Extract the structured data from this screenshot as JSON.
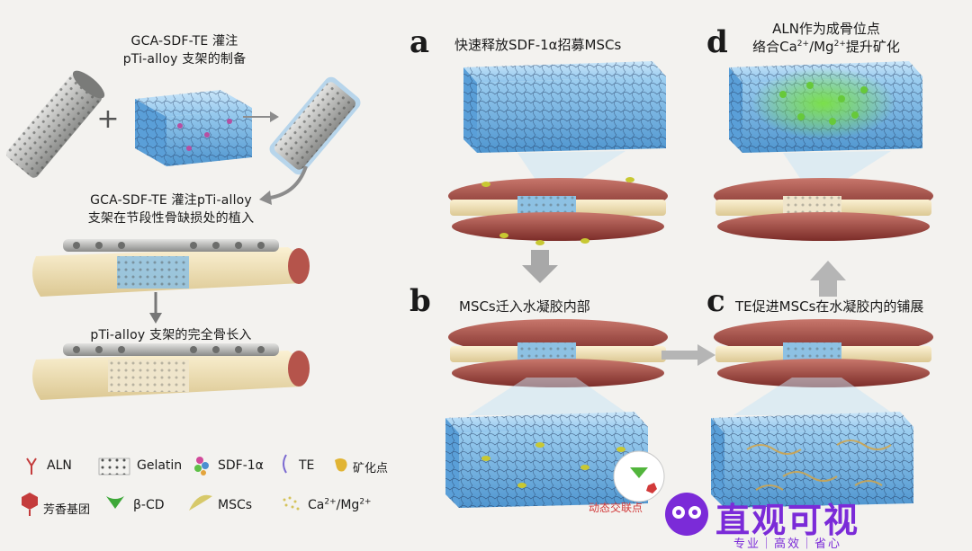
{
  "left": {
    "title_line1": "GCA-SDF-TE 灌注",
    "title_line2": "pTi-alloy 支架的制备",
    "step2_line1": "GCA-SDF-TE 灌注pTi-alloy",
    "step2_line2": "支架在节段性骨缺损处的植入",
    "step3": "pTi-alloy 支架的完全骨长入"
  },
  "panels": {
    "a": {
      "letter": "a",
      "caption": "快速释放SDF-1α招募MSCs"
    },
    "b": {
      "letter": "b",
      "caption": "MSCs迁入水凝胶内部",
      "inset_label": "动态交联点"
    },
    "c": {
      "letter": "c",
      "caption": "TE促进MSCs在水凝胶内的铺展"
    },
    "d": {
      "letter": "d",
      "caption_line1": "ALN作为成骨位点",
      "caption_line2_pre": "络合Ca",
      "caption_line2_mid": "/Mg",
      "caption_line2_post": "提升矿化",
      "sup": "2+"
    }
  },
  "legend": {
    "aln": "ALN",
    "gelatin": "Gelatin",
    "sdf": "SDF-1α",
    "te": "TE",
    "mineral": "矿化点",
    "aromatic": "芳香基团",
    "bcd": "β-CD",
    "mscs": "MSCs",
    "ion_pre": "Ca",
    "ion_mid": "/Mg",
    "ion_sup": "2+"
  },
  "watermark": {
    "brand": "直观可视",
    "tagline": "专业｜高效｜省心"
  },
  "colors": {
    "hydrogel": "#6fb2e0",
    "bone": "#f1e2b8",
    "muscle": "#9b3b34",
    "metal": "#a9aaa8",
    "mscs": "#c8c832",
    "mineral": "#67c93a",
    "brand": "#7b2bd8"
  }
}
